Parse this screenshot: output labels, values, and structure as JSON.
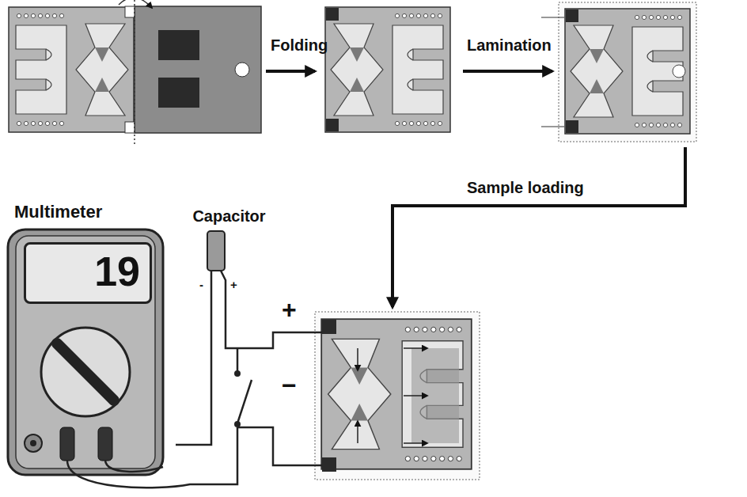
{
  "diagram": {
    "nodes": [
      {
        "text": [
          "Multimeter"
        ]
      },
      {
        "text": [
          "19"
        ],
        "in": 0
      },
      {
        "text": [
          "Capacitor"
        ]
      }
    ],
    "edges": [
      {
        "from": 2,
        "to": 0,
        "arrow": "none"
      }
    ],
    "labels": [
      "Folding",
      "Lamination",
      "Sample loading",
      "-",
      "+",
      "+",
      "−"
    ]
  }
}
